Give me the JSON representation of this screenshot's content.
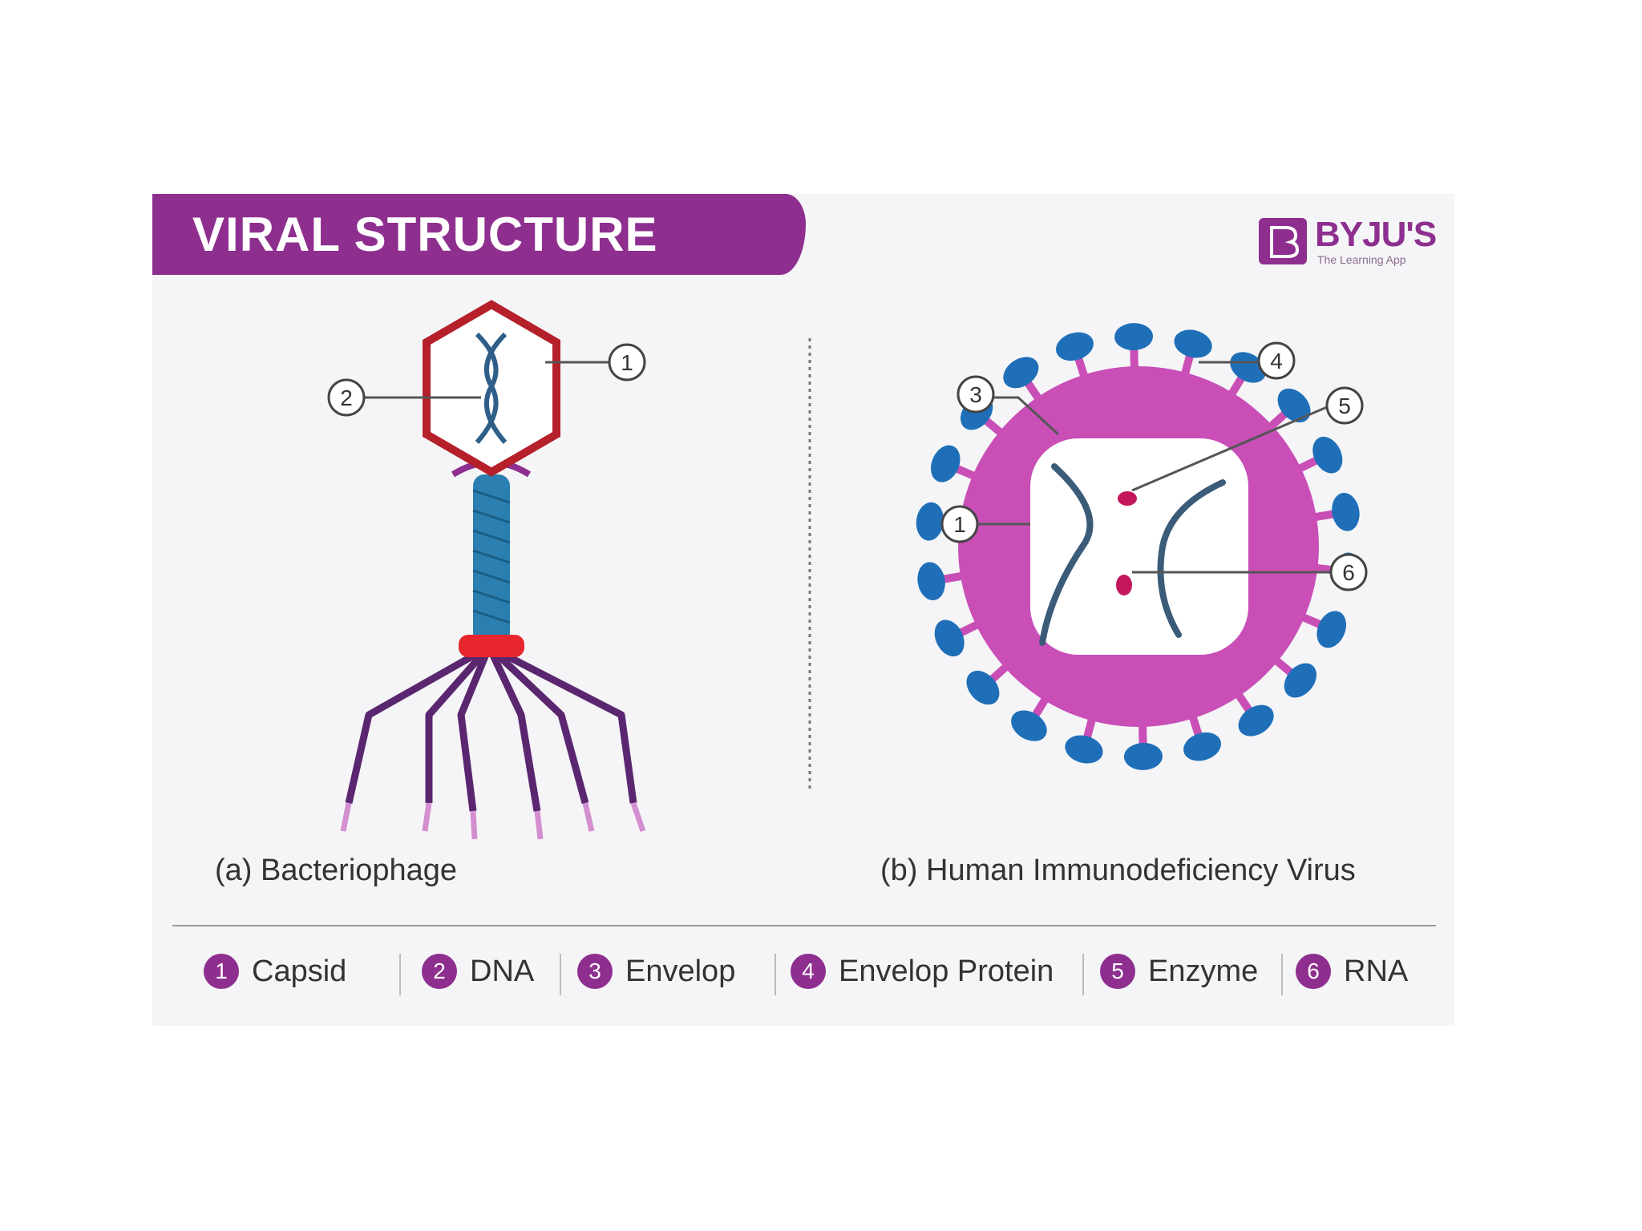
{
  "title": "VIRAL STRUCTURE",
  "brand": {
    "name": "BYJU'S",
    "tagline": "The Learning App",
    "mark": "B"
  },
  "colors": {
    "brand_purple": "#8e2f8f",
    "capsid_red": "#b5202a",
    "spike_blue": "#1f6fb8",
    "envelope_pink": "#c94fb7",
    "tail_blue": "#2a7fb0",
    "fiber_purple": "#5b2670"
  },
  "bacteriophage": {
    "caption": "(a) Bacteriophage",
    "callouts": [
      {
        "number": "1"
      },
      {
        "number": "2"
      }
    ]
  },
  "hiv": {
    "caption": "(b) Human Immunodeficiency Virus",
    "callouts": [
      {
        "number": "1"
      },
      {
        "number": "3"
      },
      {
        "number": "4"
      },
      {
        "number": "5"
      },
      {
        "number": "6"
      }
    ]
  },
  "legend": [
    {
      "number": "1",
      "label": "Capsid"
    },
    {
      "number": "2",
      "label": "DNA"
    },
    {
      "number": "3",
      "label": "Envelop"
    },
    {
      "number": "4",
      "label": "Envelop Protein"
    },
    {
      "number": "5",
      "label": "Enzyme"
    },
    {
      "number": "6",
      "label": "RNA"
    }
  ]
}
